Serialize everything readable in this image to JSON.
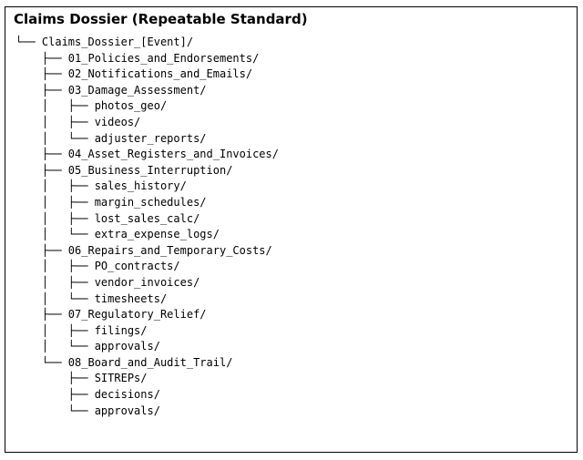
{
  "figure": {
    "title": "Claims Dossier (Repeatable Standard)"
  },
  "tree": {
    "root_name": "Claims_Dossier_[Event]/",
    "rows": [
      {
        "prefix": "└── ",
        "name": "Claims_Dossier_[Event]/"
      },
      {
        "prefix": "    ├── ",
        "name": "01_Policies_and_Endorsements/"
      },
      {
        "prefix": "    ├── ",
        "name": "02_Notifications_and_Emails/"
      },
      {
        "prefix": "    ├── ",
        "name": "03_Damage_Assessment/"
      },
      {
        "prefix": "    │   ├── ",
        "name": "photos_geo/"
      },
      {
        "prefix": "    │   ├── ",
        "name": "videos/"
      },
      {
        "prefix": "    │   └── ",
        "name": "adjuster_reports/"
      },
      {
        "prefix": "    ├── ",
        "name": "04_Asset_Registers_and_Invoices/"
      },
      {
        "prefix": "    ├── ",
        "name": "05_Business_Interruption/"
      },
      {
        "prefix": "    │   ├── ",
        "name": "sales_history/"
      },
      {
        "prefix": "    │   ├── ",
        "name": "margin_schedules/"
      },
      {
        "prefix": "    │   ├── ",
        "name": "lost_sales_calc/"
      },
      {
        "prefix": "    │   └── ",
        "name": "extra_expense_logs/"
      },
      {
        "prefix": "    ├── ",
        "name": "06_Repairs_and_Temporary_Costs/"
      },
      {
        "prefix": "    │   ├── ",
        "name": "PO_contracts/"
      },
      {
        "prefix": "    │   ├── ",
        "name": "vendor_invoices/"
      },
      {
        "prefix": "    │   └── ",
        "name": "timesheets/"
      },
      {
        "prefix": "    ├── ",
        "name": "07_Regulatory_Relief/"
      },
      {
        "prefix": "    │   ├── ",
        "name": "filings/"
      },
      {
        "prefix": "    │   └── ",
        "name": "approvals/"
      },
      {
        "prefix": "    └── ",
        "name": "08_Board_and_Audit_Trail/"
      },
      {
        "prefix": "        ├── ",
        "name": "SITREPs/"
      },
      {
        "prefix": "        ├── ",
        "name": "decisions/"
      },
      {
        "prefix": "        └── ",
        "name": "approvals/"
      }
    ]
  },
  "colors": {
    "background": "#ffffff",
    "border": "#000000",
    "text": "#000000"
  }
}
